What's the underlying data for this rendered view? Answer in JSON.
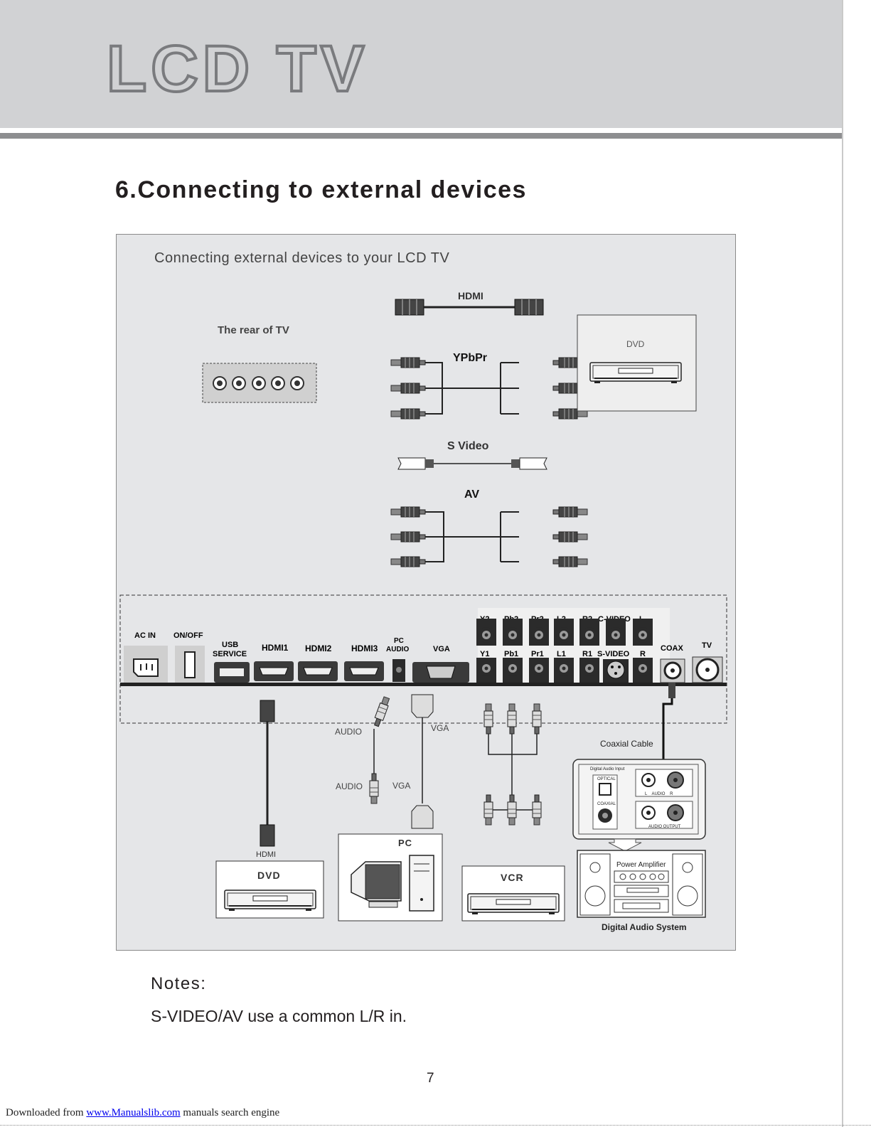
{
  "header": {
    "brand": "LCD TV"
  },
  "section_title": "6.Connecting to external devices",
  "diagram": {
    "subtitle": "Connecting external devices to your LCD TV",
    "rear_label": "The rear of TV",
    "cables": {
      "hdmi": "HDMI",
      "ypbpr": "YPbPr",
      "svideo": "S Video",
      "av": "AV"
    },
    "dvd_top": "DVD",
    "ports": {
      "ac_in": "AC IN",
      "on_off": "ON/OFF",
      "usb_line1": "USB",
      "usb_line2": "SERVICE",
      "hdmi1": "HDMI1",
      "hdmi2": "HDMI2",
      "hdmi3": "HDMI3",
      "pc_audio_line1": "PC",
      "pc_audio_line2": "AUDIO",
      "vga": "VGA",
      "y2": "Y2",
      "pb2": "Pb2",
      "pr2": "Pr2",
      "l2": "L2",
      "r2": "R2",
      "cvideo": "C-VIDEO",
      "l_top": "L",
      "y1": "Y1",
      "pb1": "Pb1",
      "pr1": "Pr1",
      "l1": "L1",
      "r1": "R1",
      "svideo": "S-VIDEO",
      "r_bottom": "R",
      "coax": "COAX",
      "tv": "TV"
    },
    "lower": {
      "audio_top": "AUDIO",
      "vga_top": "VGA",
      "audio_bottom": "AUDIO",
      "vga_bottom": "VGA",
      "hdmi_cable": "HDMI",
      "coax_cable": "Coaxial Cable",
      "dvd": "DVD",
      "pc": "PC",
      "vcr": "VCR",
      "digital_audio_input": "Digital Audio Input",
      "optical": "OPTICAL",
      "coaxial": "COAXIAL",
      "audio_lr": "L    AUDIO    R",
      "audio_output": "AUDIO OUTPUT",
      "power_amplifier": "Power Amplifier",
      "digital_audio_system": "Digital Audio System"
    }
  },
  "notes": {
    "heading": "Notes:",
    "text": "S-VIDEO/AV use a common L/R in."
  },
  "page_number": "7",
  "footer": {
    "prefix": "Downloaded from ",
    "link": "www.Manualslib.com",
    "suffix": " manuals search engine"
  }
}
